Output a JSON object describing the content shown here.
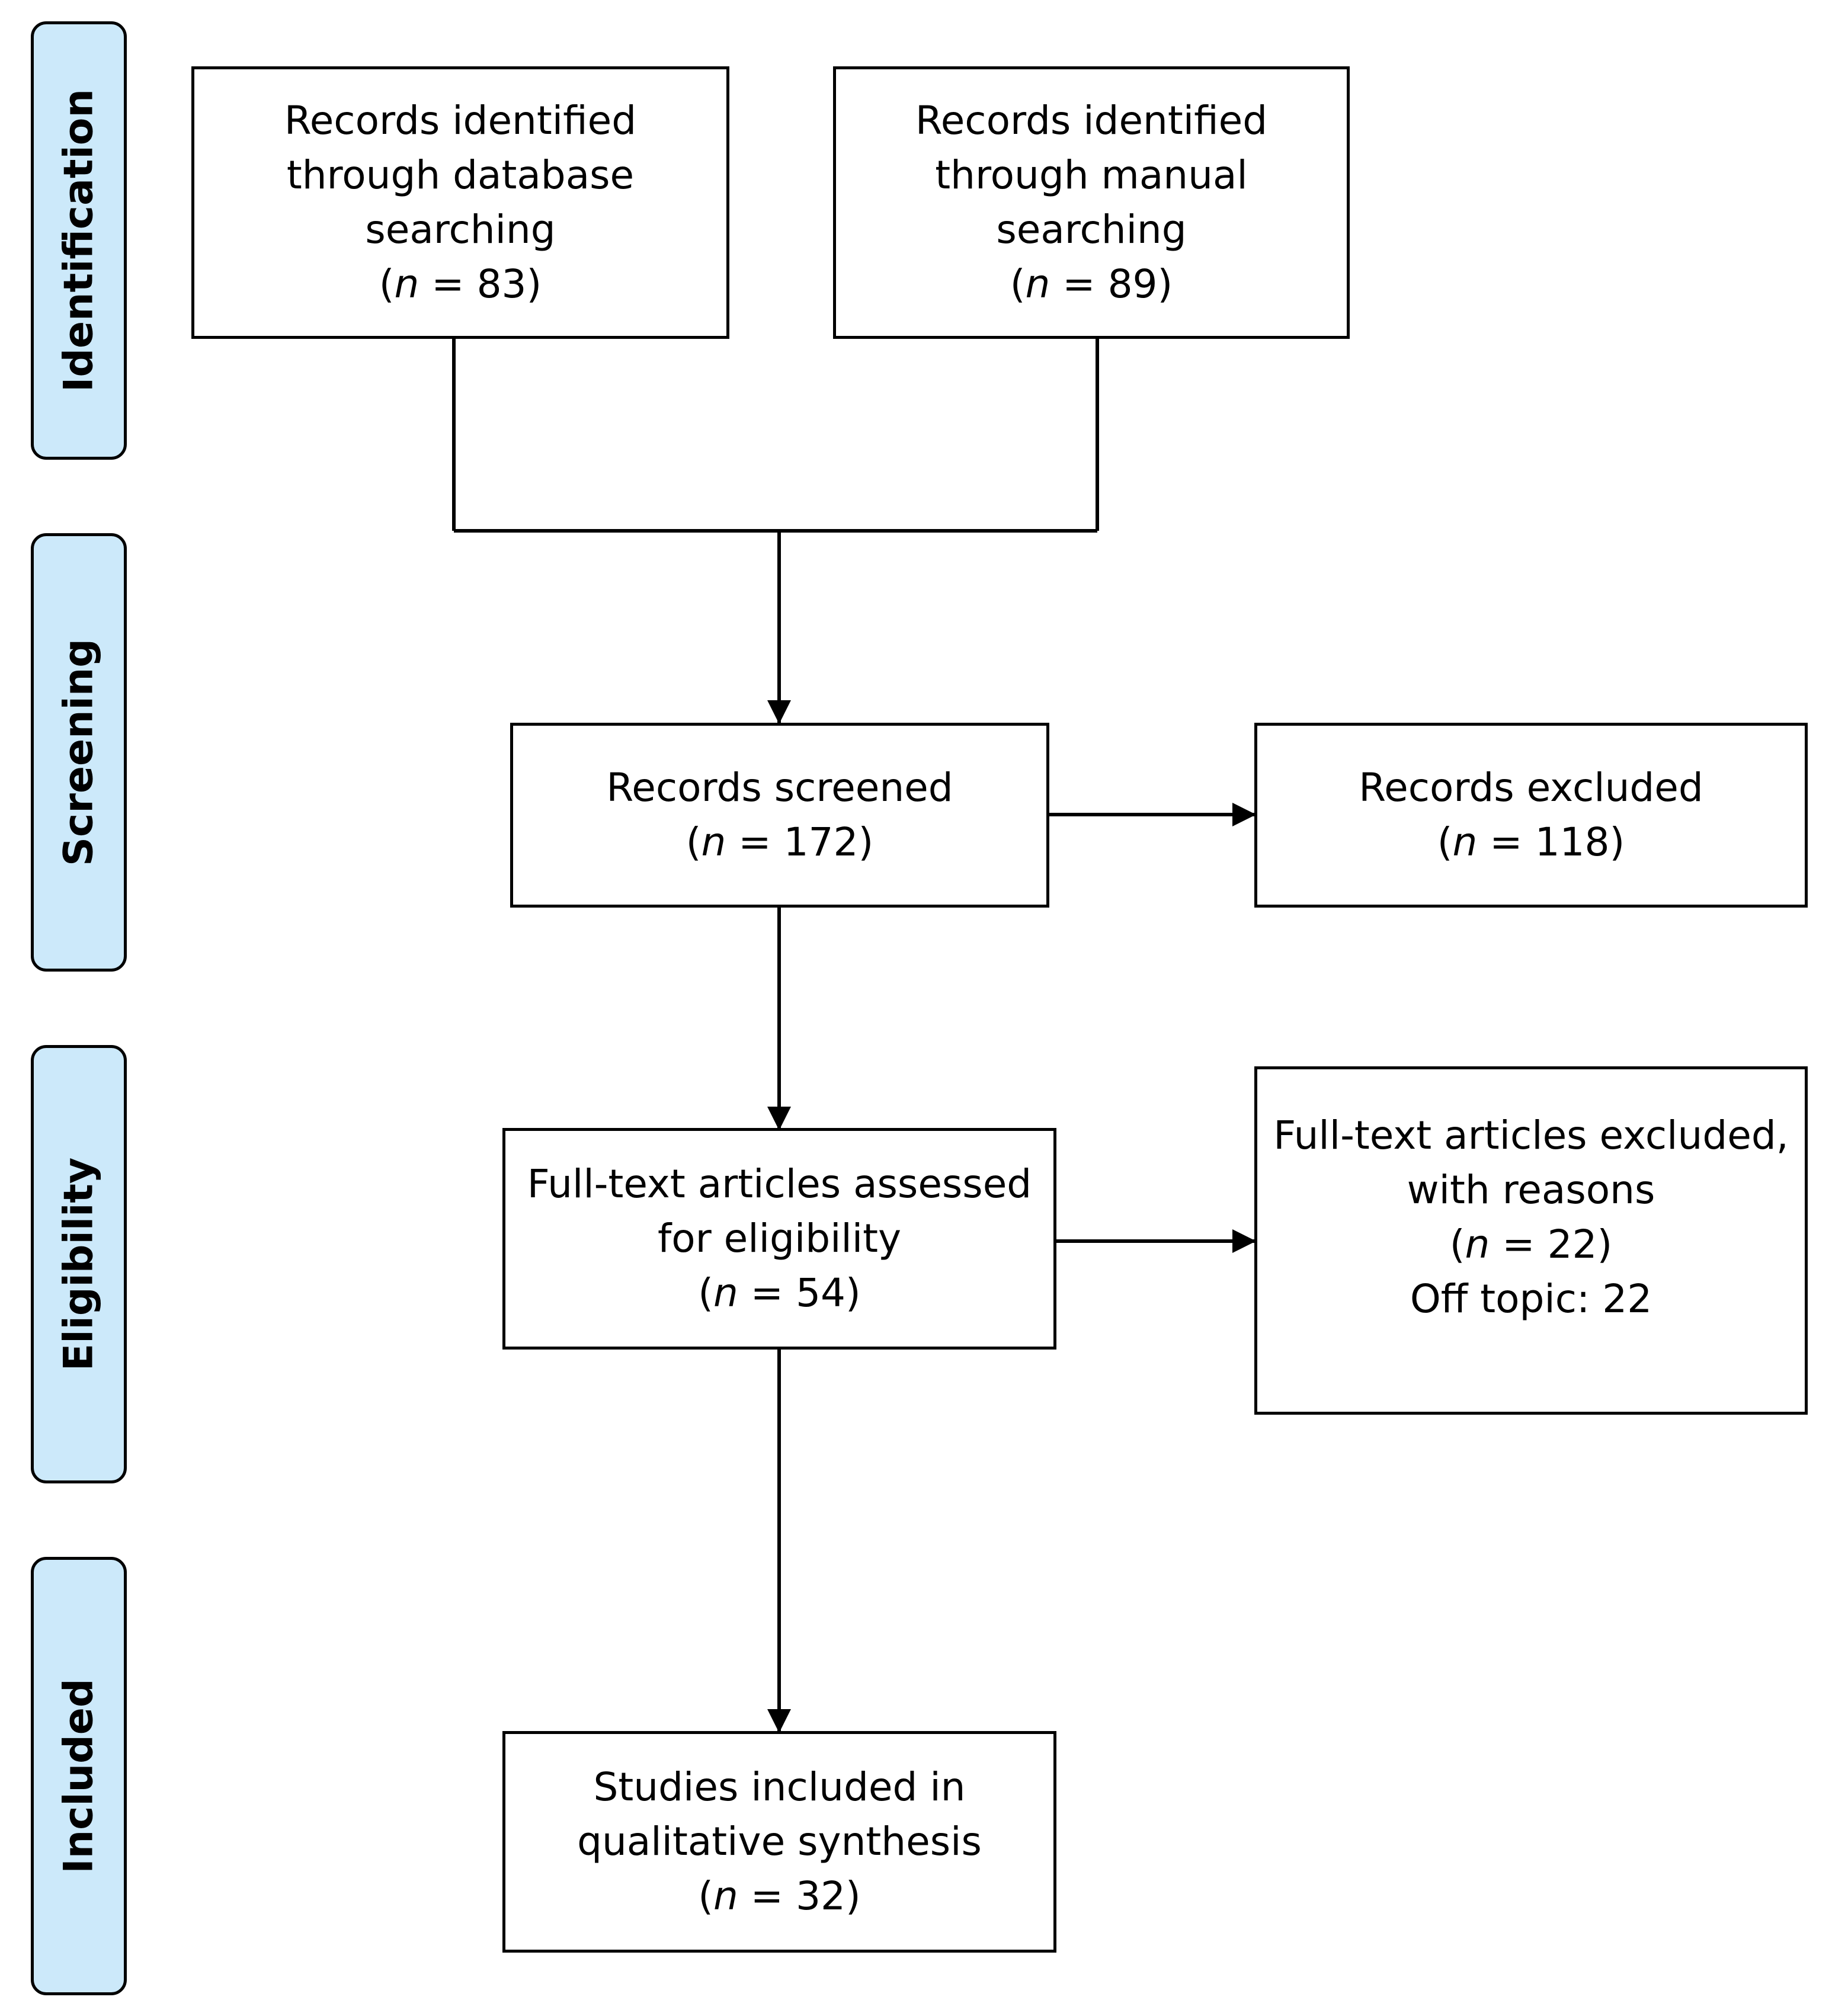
{
  "phases": {
    "identification": "Identification",
    "screening": "Screening",
    "eligibility": "Eligibility",
    "included": "Included"
  },
  "count_prefix": "(",
  "count_variable": "n",
  "count_equals": " =  ",
  "count_suffix": ")",
  "boxes": {
    "database_search": {
      "lines": [
        "Records identified",
        "through database",
        "searching"
      ],
      "n": "83"
    },
    "manual_search": {
      "lines": [
        "Records identified",
        "through manual",
        "searching"
      ],
      "n": "89"
    },
    "records_screened": {
      "lines": [
        "Records screened"
      ],
      "n": "172"
    },
    "records_excluded": {
      "lines": [
        "Records excluded"
      ],
      "n": "118"
    },
    "fulltext_assessed": {
      "lines": [
        "Full-text articles assessed",
        "for eligibility"
      ],
      "n": "54"
    },
    "fulltext_excluded": {
      "lines": [
        "Full-text articles excluded,",
        "with reasons"
      ],
      "n": "22",
      "reason": "Off topic: 22"
    },
    "studies_included": {
      "lines": [
        "Studies included in",
        "qualitative synthesis"
      ],
      "n": "32"
    }
  }
}
